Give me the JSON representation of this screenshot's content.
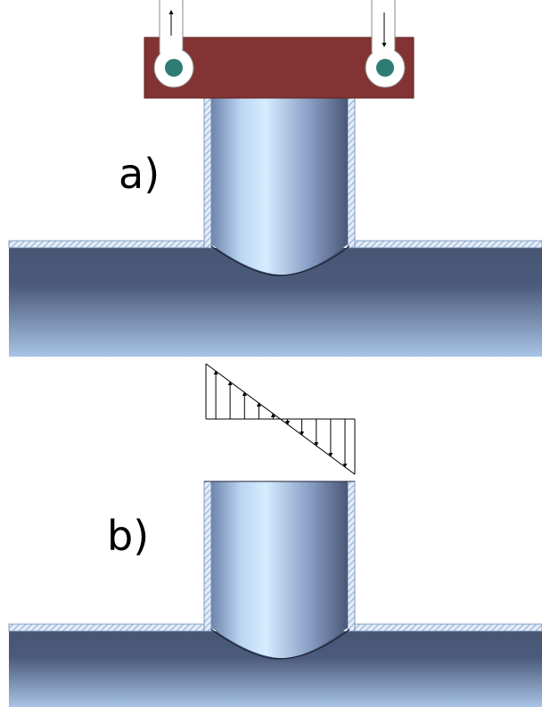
{
  "panels": {
    "a": {
      "label": "a)"
    },
    "b": {
      "label": "b)"
    }
  },
  "colors": {
    "plate": "#833333",
    "plate_dark": "#5e2222",
    "hole_fill": "#2e7d74",
    "pipe_dark": "#475573",
    "pipe_light": "#a8c4e6",
    "cylinder_light": "#d6ecff",
    "hatch": "#8fb0d8",
    "background": "#ffffff"
  },
  "icons": {
    "pin_left": "clevis-pin-icon",
    "pin_right": "clevis-pin-icon",
    "arrow_up": "arrow-up-icon",
    "arrow_down": "arrow-down-icon"
  },
  "stress_distribution": {
    "arrow_count": 10,
    "shape": "linear, tension on left, compression on right"
  }
}
